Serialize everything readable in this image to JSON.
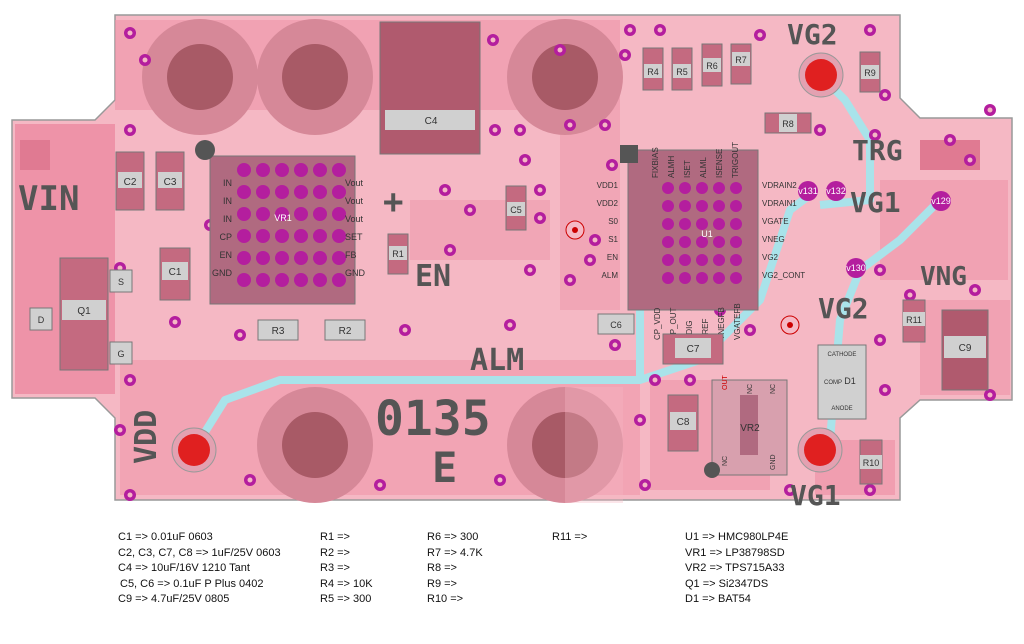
{
  "board": {
    "big_labels": {
      "vin": "VIN",
      "en": "EN",
      "alm": "ALM",
      "vdd": "VDD",
      "vg2_top": "VG2",
      "trg": "TRG",
      "vg1_mid": "VG1",
      "vng": "VNG",
      "vg2_mid": "VG2",
      "vg1_bottom": "VG1",
      "board_id": "0135",
      "board_rev": "E",
      "plus": "+"
    },
    "refdes": {
      "c1": "C1",
      "c2": "C2",
      "c3": "C3",
      "c4": "C4",
      "c5": "C5",
      "c6": "C6",
      "c7": "C7",
      "c8": "C8",
      "c9": "C9",
      "r1": "R1",
      "r2": "R2",
      "r3": "R3",
      "r4": "R4",
      "r5": "R5",
      "r6": "R6",
      "r7": "R7",
      "r8": "R8",
      "r9": "R9",
      "r10": "R10",
      "r11": "R11",
      "q1": "Q1",
      "vr1": "VR1",
      "vr2": "VR2",
      "u1": "U1",
      "d1": "D1"
    },
    "q1_pins": {
      "s": "S",
      "d": "D",
      "g": "G"
    },
    "vr1_left_pins": [
      "IN",
      "IN",
      "IN",
      "CP",
      "EN",
      "GND"
    ],
    "vr1_right_pins": [
      "Vout",
      "Vout",
      "Vout",
      "SET",
      "FB",
      "GND"
    ],
    "u1_top_pins": [
      "FIXBIAS",
      "ALMH",
      "ISET",
      "ALML",
      "ISENSE",
      "TRIGOUT"
    ],
    "u1_left_pins": [
      "VDD1",
      "VDD2",
      "S0",
      "S1",
      "EN",
      "ALM"
    ],
    "u1_right_pins": [
      "VDRAIN2",
      "VDRAIN1",
      "VGATE",
      "VNEG",
      "VG2",
      "VG2_CONT"
    ],
    "u1_bottom_pins": [
      "CP_VDD",
      "CP_OUT",
      "VDIG",
      "VREF",
      "VNEGFB",
      "VGATEFB"
    ],
    "vr2_pins": {
      "out": "OUT",
      "nc1": "NC",
      "nc2": "NC",
      "nc3": "NC",
      "gnd": "GND"
    },
    "d1_pins": {
      "cathode": "CATHODE",
      "comp": "COMP",
      "anode": "ANODE"
    },
    "vias": {
      "v131": "v131",
      "v132": "v132",
      "v129": "v129",
      "v130": "v130"
    }
  },
  "bom": {
    "col1": [
      "C1 => 0.01uF 0603",
      "C2, C3, C7, C8 => 1uF/25V 0603",
      "C4 => 10uF/16V 1210 Tant",
      "C5, C6 => 0.1uF P Plus 0402",
      "C9 => 4.7uF/25V 0805"
    ],
    "col2": [
      "R1 =>",
      "R2 =>",
      "R3 =>",
      "R4 => 10K",
      "R5 => 300"
    ],
    "col3": [
      "R6 => 300",
      "R7 => 4.7K",
      "R8 =>",
      "R9 =>",
      "R10 =>"
    ],
    "col4": [
      "R11 =>"
    ],
    "col5": [
      "U1 => HMC980LP4E",
      "VR1 => LP38798SD",
      "VR2 => TPS715A33",
      "Q1 => Si2347DS",
      "D1 => BAT54"
    ]
  },
  "colors": {
    "board": "#f5b8c4",
    "copper": "#ef8fa6",
    "pad": "#c9457e",
    "via": "#b41e9e",
    "silk": "#4a4a4a",
    "trace": "#a9e3ea",
    "testpoint": "#e02020"
  }
}
